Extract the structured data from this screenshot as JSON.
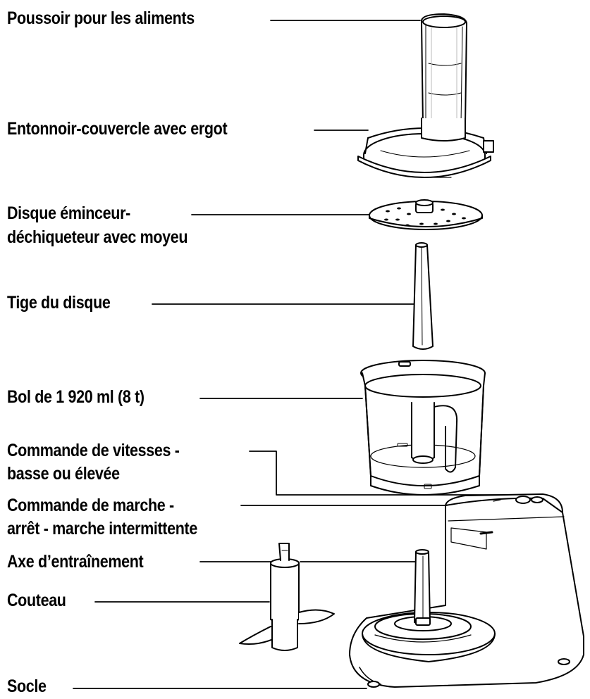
{
  "labels": {
    "pusher": "Poussoir pour les aliments",
    "lid": "Entonnoir-couvercle avec ergot",
    "disc_line1": "Disque éminceur-",
    "disc_line2": "déchiqueteur avec moyeu",
    "stem": "Tige du disque",
    "bowl": "Bol de 1 920 ml (8 t)",
    "speed_line1": "Commande de vitesses -",
    "speed_line2": "basse ou élevée",
    "onoff_line1": "Commande de marche -",
    "onoff_line2": "arrêt - marche intermittente",
    "shaft": "Axe d’entraînement",
    "blade": "Couteau",
    "base": "Socle"
  },
  "colors": {
    "line": "#000000",
    "part_fill": "#ffffff",
    "shade": "#e9e9e9"
  }
}
